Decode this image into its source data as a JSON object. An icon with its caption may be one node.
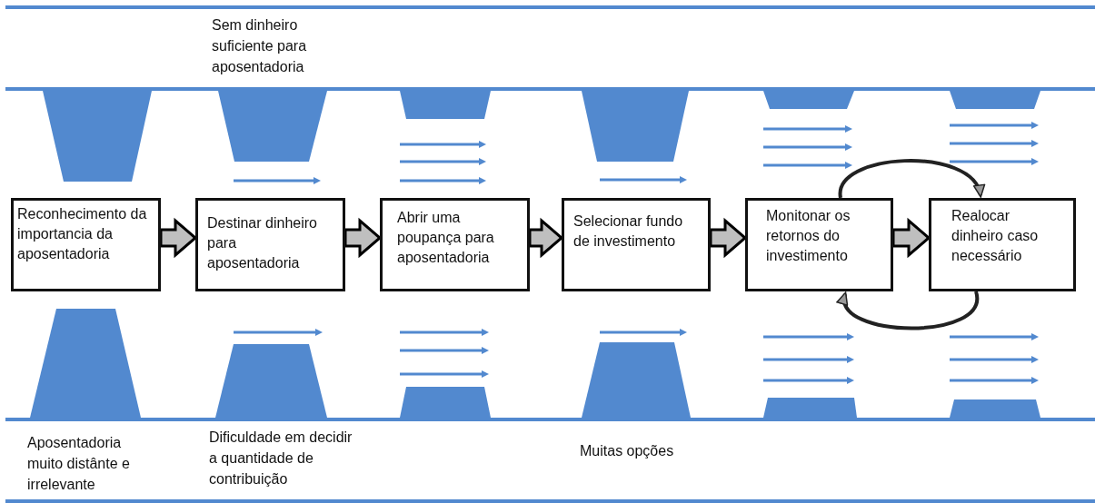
{
  "diagram": {
    "nodes": [
      {
        "text": [
          "Reconhecimento da importancia da aposentadoria"
        ]
      },
      {
        "text": [
          "Destinar dinheiro para aposentadoria"
        ]
      },
      {
        "text": [
          "Abrir uma poupança para aposentadoria"
        ]
      },
      {
        "text": [
          "Selecionar fundo de investimento"
        ]
      },
      {
        "text": [
          "Monitonar os retornos do investimento"
        ]
      },
      {
        "text": [
          "Realocar dinheiro caso necessário"
        ]
      }
    ],
    "edges": [
      {
        "from": 0,
        "to": 1,
        "arrow": "to"
      },
      {
        "from": 1,
        "to": 2,
        "arrow": "to"
      },
      {
        "from": 2,
        "to": 3,
        "arrow": "to"
      },
      {
        "from": 3,
        "to": 4,
        "arrow": "to"
      },
      {
        "from": 4,
        "to": 5,
        "arrow": "to"
      },
      {
        "from": 4,
        "to": 5,
        "arrow": "to"
      },
      {
        "from": 5,
        "to": 4,
        "arrow": "to"
      }
    ],
    "labels": [
      "Sem dinheiro suficiente para aposentadoria",
      "Aposentadoria muito distânte e irrelevante",
      "Dificuldade em decidir a quantidade de contribuição",
      "Muitas opções"
    ]
  }
}
